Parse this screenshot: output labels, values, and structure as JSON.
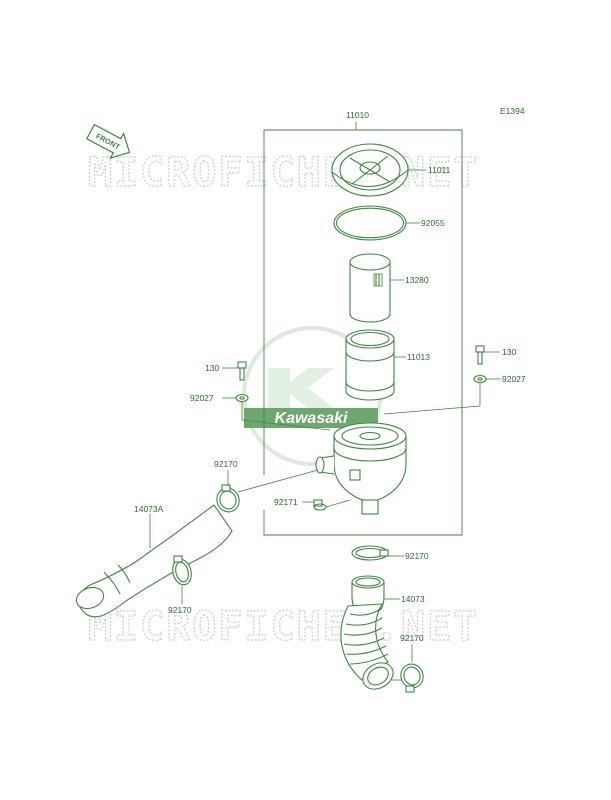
{
  "diagram": {
    "code": "E1394",
    "front_tag": "FRONT",
    "watermark_text": "MICROFICHES.NET",
    "logo_text": "Kawasaki",
    "colors": {
      "line": "#3d8a3d",
      "text": "#2f6f2f",
      "watermark": "#cfd6cf"
    },
    "labels": {
      "assembly": "11010",
      "cap": "11011",
      "oring": "92055",
      "inner_element": "13280",
      "outer_element": "11013",
      "bolt_left": "130",
      "washer_left": "92027",
      "bolt_right": "130",
      "washer_right": "92027",
      "clamp_upper_left": "92170",
      "clamp_lower_left": "92170",
      "clamp_center": "92170",
      "clamp_bottom": "92170",
      "intake_duct": "14073A",
      "small_clamp": "92171",
      "lower_duct": "14073"
    }
  }
}
